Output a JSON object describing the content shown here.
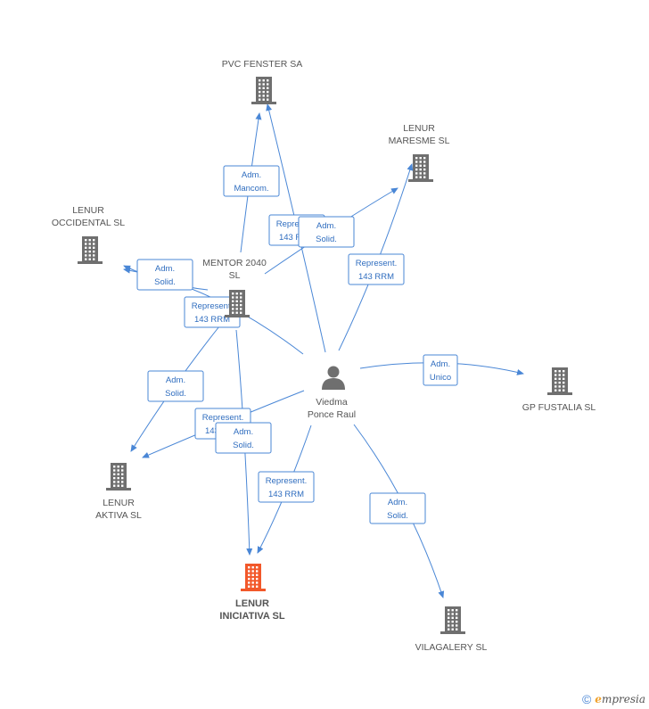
{
  "colors": {
    "edge": "#4a87d6",
    "building": "#6f6f6f",
    "building_main": "#f2582a"
  },
  "nodes": [
    {
      "id": "pvc",
      "label": [
        "PVC FENSTER SA"
      ],
      "type": "company"
    },
    {
      "id": "maresme",
      "label": [
        "LENUR",
        "MARESME SL"
      ],
      "type": "company"
    },
    {
      "id": "occidental",
      "label": [
        "LENUR",
        "OCCIDENTAL SL"
      ],
      "type": "company"
    },
    {
      "id": "mentor",
      "label": [
        "MENTOR 2040",
        "SL"
      ],
      "type": "company"
    },
    {
      "id": "gpfustalia",
      "label": [
        "GP FUSTALIA SL"
      ],
      "type": "company"
    },
    {
      "id": "aktiva",
      "label": [
        "LENUR",
        "AKTIVA SL"
      ],
      "type": "company"
    },
    {
      "id": "iniciativa",
      "label": [
        "LENUR",
        "INICIATIVA SL"
      ],
      "type": "company-main"
    },
    {
      "id": "vilagalery",
      "label": [
        "VILAGALERY SL"
      ],
      "type": "company"
    },
    {
      "id": "viedma",
      "label": [
        "Viedma",
        "Ponce Raul"
      ],
      "type": "person"
    }
  ],
  "edges": [
    {
      "from": "mentor",
      "to": "pvc",
      "label": [
        "Adm.",
        "Mancom."
      ]
    },
    {
      "from": "viedma",
      "to": "pvc",
      "label": [
        "Represent.",
        "143 RRM"
      ]
    },
    {
      "from": "mentor",
      "to": "maresme",
      "label": [
        "Adm.",
        "Solid."
      ]
    },
    {
      "from": "viedma",
      "to": "maresme",
      "label": [
        "Represent.",
        "143 RRM"
      ]
    },
    {
      "from": "mentor",
      "to": "occidental",
      "label": [
        "Adm.",
        "Solid."
      ]
    },
    {
      "from": "viedma",
      "to": "occidental",
      "label": [
        "Represent.",
        "143 RRM"
      ]
    },
    {
      "from": "viedma",
      "to": "gpfustalia",
      "label": [
        "Adm.",
        "Unico"
      ]
    },
    {
      "from": "mentor",
      "to": "aktiva",
      "label": [
        "Adm.",
        "Solid."
      ]
    },
    {
      "from": "viedma",
      "to": "aktiva",
      "label": [
        "Represent.",
        "143 RRM"
      ]
    },
    {
      "from": "mentor",
      "to": "iniciativa",
      "label": [
        "Adm.",
        "Solid."
      ]
    },
    {
      "from": "viedma",
      "to": "iniciativa",
      "label": [
        "Represent.",
        "143 RRM"
      ]
    },
    {
      "from": "viedma",
      "to": "vilagalery",
      "label": [
        "Adm.",
        "Solid."
      ]
    }
  ],
  "copyright": {
    "symbol": "©",
    "brand_first": "e",
    "brand_rest": "mpresia"
  }
}
